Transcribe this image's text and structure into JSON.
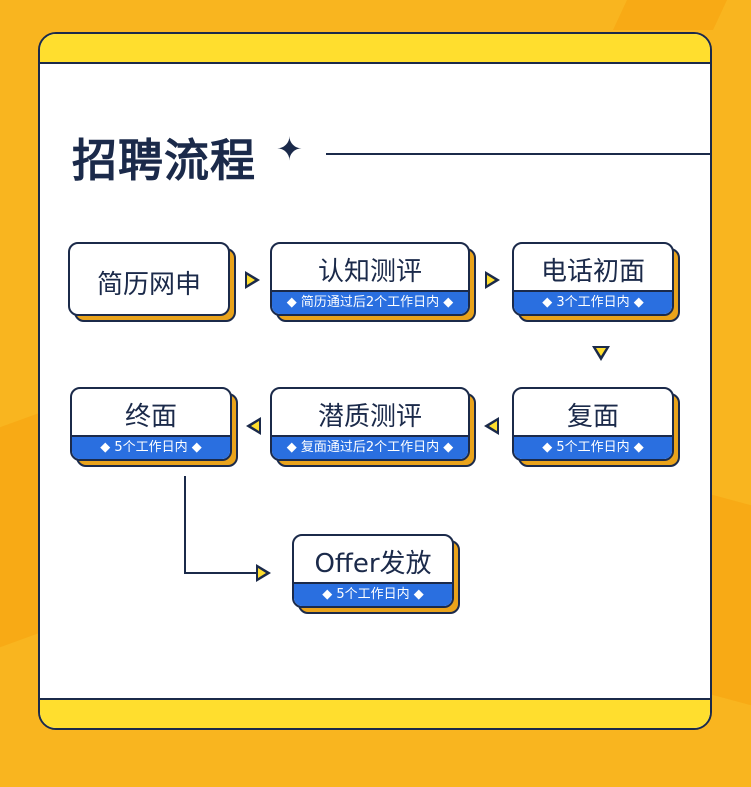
{
  "title": "招聘流程",
  "title_decoration": "✦",
  "steps": [
    {
      "name": "简历网申",
      "note": ""
    },
    {
      "name": "认知测评",
      "note": "◆ 简历通过后2个工作日内 ◆"
    },
    {
      "name": "电话初面",
      "note": "◆ 3个工作日内 ◆"
    },
    {
      "name": "复面",
      "note": "◆ 5个工作日内 ◆"
    },
    {
      "name": "潜质测评",
      "note": "◆ 复面通过后2个工作日内 ◆"
    },
    {
      "name": "终面",
      "note": "◆ 5个工作日内 ◆"
    },
    {
      "name": "Offer发放",
      "note": "◆ 5个工作日内 ◆"
    }
  ],
  "colors": {
    "background": "#f9b51f",
    "band": "#ffde2e",
    "navy": "#1b2a4a",
    "tag_blue": "#2a6fe0",
    "shadow": "#e9a31b"
  },
  "icons": {
    "arrow": "triangle-arrow-icon",
    "sparkle": "four-point-star-icon"
  }
}
